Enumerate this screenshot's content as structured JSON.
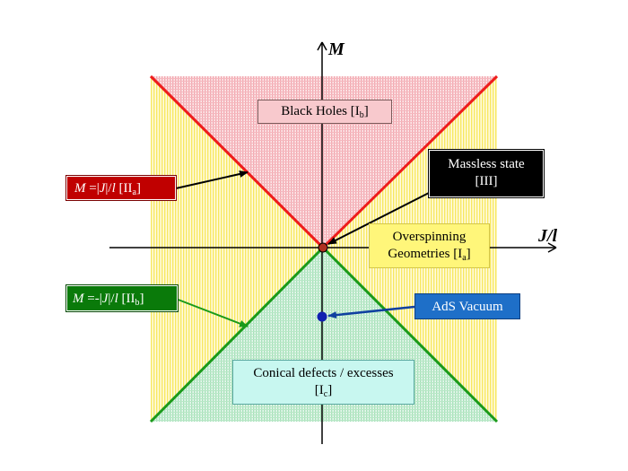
{
  "axes": {
    "y_label": "M",
    "x_label": "J/l"
  },
  "regions": {
    "black_holes": {
      "text": "Black Holes [I",
      "sub": "b",
      "close": "]"
    },
    "overspinning": {
      "line1": "Overspinning",
      "line2": "Geometries [I",
      "sub": "a",
      "close": "]"
    },
    "conical": {
      "line1": "Conical defects / excesses",
      "open": "[I",
      "sub": "c",
      "close": "]"
    }
  },
  "labels": {
    "massless": {
      "line1": "Massless state",
      "line2": "[III]"
    },
    "ads_vacuum": {
      "text": "AdS Vacuum"
    },
    "upper_line": {
      "var": "M",
      "eq": " =|",
      "j": "J",
      "mid": "|/",
      "l": "l",
      "open": " [II",
      "sub": "a",
      "close": "]"
    },
    "lower_line": {
      "var": "M",
      "eq": " =-|",
      "j": "J",
      "mid": "|/",
      "l": "l",
      "open": " [II",
      "sub": "b",
      "close": "]"
    }
  },
  "colors": {
    "black_hole_fill": "#f6c2c6",
    "overspin_fill": "#fff27a",
    "conical_fill": "#bfeccd",
    "upper_line": "#ee1c1c",
    "lower_line": "#1a9a1a",
    "red_box": "#c00000",
    "green_box": "#0a7a0a",
    "blue_box": "#1e6fc8",
    "black_box": "#000000",
    "dot_blue": "#1020b0",
    "dot_origin": "#b03020"
  }
}
